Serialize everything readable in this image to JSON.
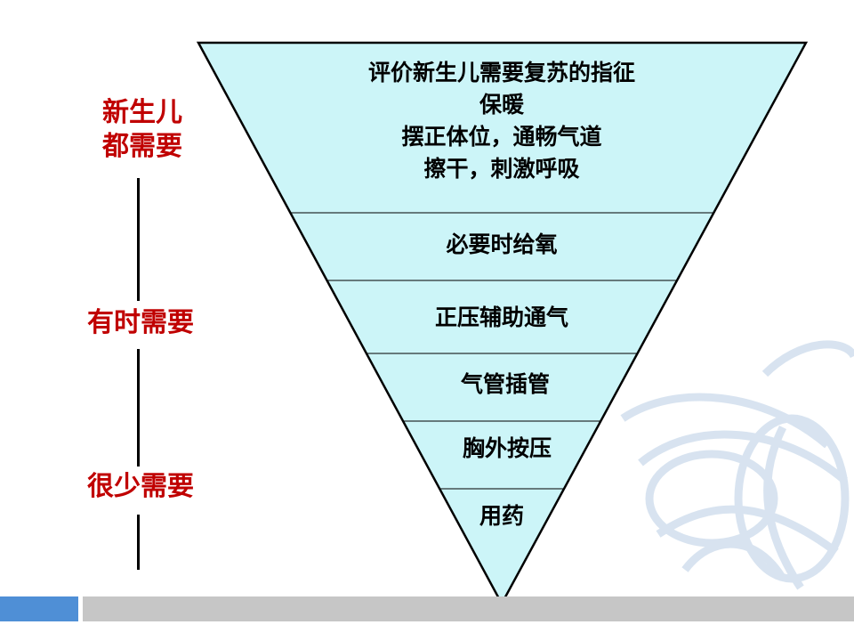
{
  "side_labels": {
    "top": [
      "新生儿",
      "都需要"
    ],
    "middle": "有时需要",
    "bottom": "很少需要"
  },
  "pyramid_tiers": [
    {
      "lines": [
        "评价新生儿需要复苏的指征",
        "保暖",
        "摆正体位，通畅气道",
        "擦干，刺激呼吸"
      ]
    },
    {
      "text": "必要时给氧"
    },
    {
      "text": "正压辅助通气"
    },
    {
      "text": "气管插管"
    },
    {
      "text": "胸外按压"
    },
    {
      "text": "用药"
    }
  ],
  "colors": {
    "pyramid_fill": "#ccf5f8",
    "label_red": "#c00000",
    "footer_blue": "#4f8fd6",
    "footer_gray": "#c6c6c6"
  }
}
